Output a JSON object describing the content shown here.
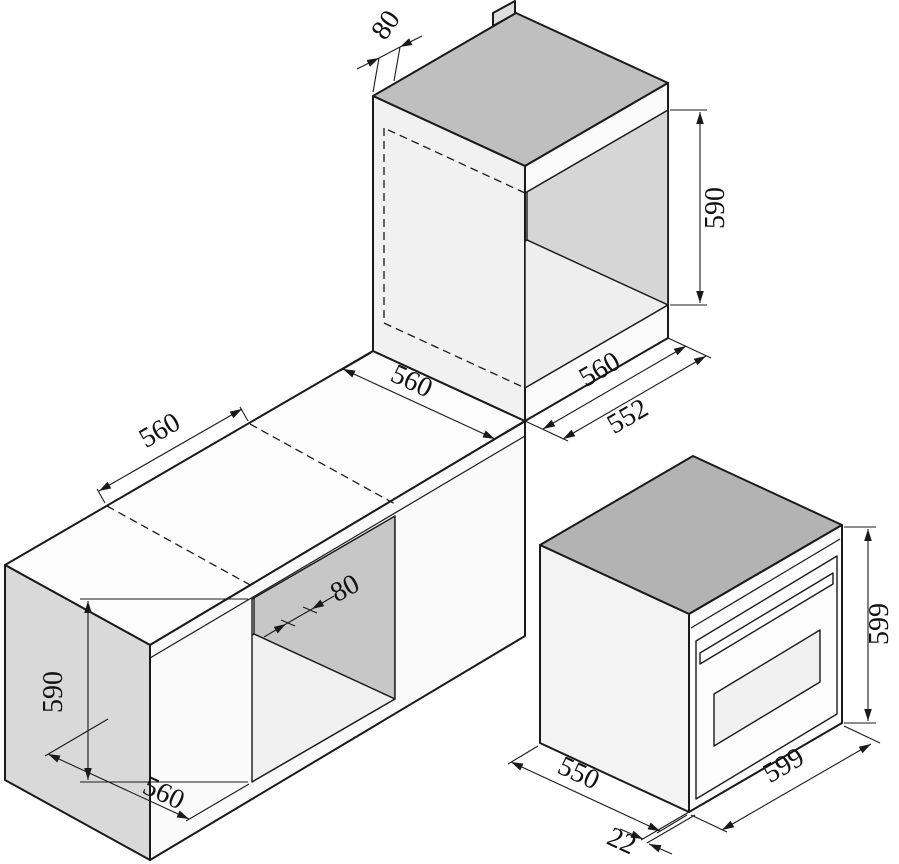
{
  "colors": {
    "line": "#1a1a1a",
    "top_face": "#b5b5b5",
    "side_face": "#f2f2f2",
    "interior_wall": "#c7c7c7",
    "background": "#ffffff"
  },
  "dims": {
    "tall": {
      "top_gap": "80",
      "height": "590",
      "depth": "560",
      "width": "560",
      "width_inner": "552"
    },
    "base": {
      "width": "560",
      "rear_gap": "80",
      "height": "590",
      "depth": "560"
    },
    "oven": {
      "height": "599",
      "depth": "550",
      "width": "599",
      "door": "22"
    }
  }
}
